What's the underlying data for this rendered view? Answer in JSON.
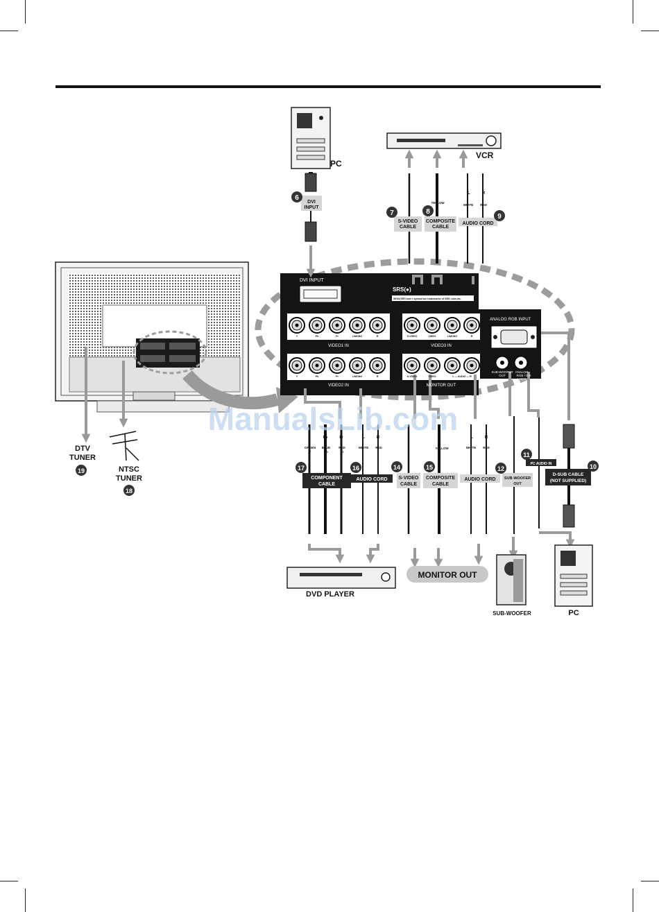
{
  "watermark": "ManualsLib.com",
  "devices": {
    "pc_top": "PC",
    "vcr": "VCR",
    "dvd_player": "DVD PLAYER",
    "monitor_out": "MONITOR OUT",
    "sub_woofer": "SUB-WOOFER",
    "pc_bottom": "PC",
    "dtv_tuner_l1": "DTV",
    "dtv_tuner_l2": "TUNER",
    "ntsc_tuner_l1": "NTSC",
    "ntsc_tuner_l2": "TUNER"
  },
  "panel": {
    "dvi_input": "DVI  INPUT",
    "srs_logo": "SRS(●)",
    "srs_notice": "WOW,SRS and ● symbol are trademarks of SRS Labs,Inc.",
    "analog_rgb_input": "ANALOG  RGB  INPUT",
    "video1_in": "VIDEO1 IN",
    "video2_in": "VIDEO2 IN",
    "video3_in": "VIDEO3 IN",
    "monitor_out": "MONITOR  OUT",
    "video1_jacks": [
      "Y",
      "Pb",
      "Pr",
      "L/MONO",
      "R"
    ],
    "video2_jacks": [
      "Y",
      "Pb",
      "Pr",
      "L/MONO",
      "R"
    ],
    "video3_jacks": [
      "S-VIDEO",
      "VIDEO",
      "L/MONO",
      "R"
    ],
    "monitor_jacks": [
      "S-VIDEO",
      "VIDEO",
      "L — AUDIO — R"
    ],
    "subwoofer_out": [
      "SUB-WOOFER",
      "OUT"
    ],
    "analog_audio": [
      "ANALOG",
      "RGB / DVI",
      "AUDIO"
    ]
  },
  "cables": {
    "c6": {
      "num": "6",
      "label1": "DVI",
      "label2": "INPUT"
    },
    "c7": {
      "num": "7",
      "label1": "S-VIDEO",
      "label2": "CABLE"
    },
    "c8": {
      "num": "8",
      "label1": "COMPOSITE",
      "label2": "CABLE",
      "tag": "YELLOW"
    },
    "c9": {
      "num": "9",
      "label": "AUDIO CORD",
      "tag_l": "WHITE",
      "tag_r": "RED",
      "plug_l": "L",
      "plug_r": "R"
    },
    "c10": {
      "num": "10",
      "label1": "D-SUB CABLE",
      "label2": "(NOT SUPPLIED)"
    },
    "c11": {
      "num": "11",
      "label": "PC AUDIO IN"
    },
    "c12": {
      "num": "12",
      "label1": "SUB-WOOFER",
      "label2": "OUT"
    },
    "c14": {
      "num": "14",
      "label1": "S-VIDEO",
      "label2": "CABLE"
    },
    "c15": {
      "num": "15",
      "label1": "COMPOSITE",
      "label2": "CABLE",
      "tag": "YELLOW"
    },
    "c16": {
      "num": "16",
      "label": "AUDIO CORD",
      "tag_l": "WHITE",
      "tag_r": "RED",
      "plug_l": "L",
      "plug_r": "R"
    },
    "c17": {
      "num": "17",
      "label1": "COMPONENT",
      "label2": "CABLE",
      "tags": [
        [
          "GREEN",
          "Y"
        ],
        [
          "BLUE",
          "Pb"
        ],
        [
          "RED",
          "Pr"
        ]
      ],
      "plugs": [
        "Y",
        "Pb",
        "Pr"
      ]
    },
    "audio_cord_mon": {
      "label": "AUDIO CORD",
      "tag_l": "WHITE",
      "tag_r": "RED",
      "plug_l": "L",
      "plug_r": "R"
    },
    "c18": {
      "num": "18"
    },
    "c19": {
      "num": "19"
    }
  },
  "colors": {
    "panel": "#141414",
    "arrow": "#9a9a9a",
    "dash": "#9c9c9c",
    "label_box": "#d6d6d6",
    "dark_box": "#262626"
  }
}
